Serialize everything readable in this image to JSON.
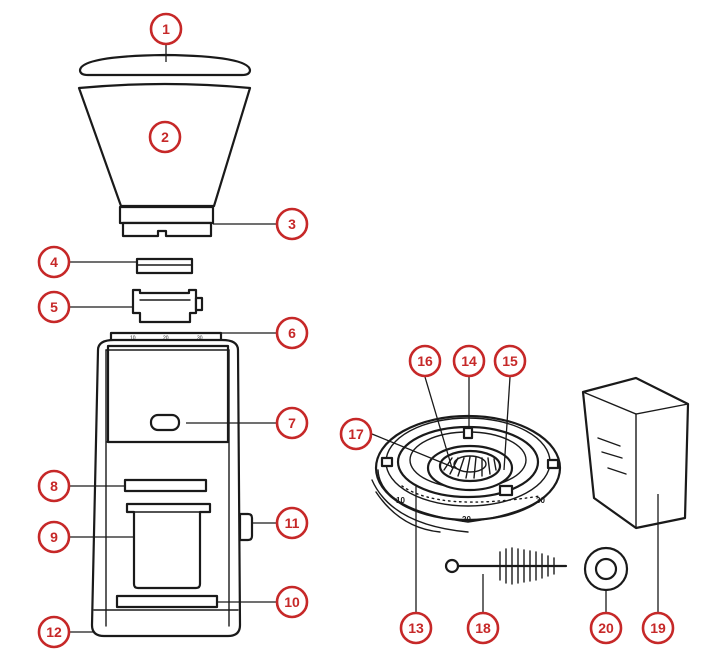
{
  "colors": {
    "callout": "#c62828",
    "line": "#1a1a1a",
    "background": "#ffffff"
  },
  "dial_labels": {
    "ten": "10",
    "twenty": "20",
    "thirty": "30"
  },
  "callouts": [
    "1",
    "2",
    "3",
    "4",
    "5",
    "6",
    "7",
    "8",
    "9",
    "10",
    "11",
    "12",
    "13",
    "14",
    "15",
    "16",
    "17",
    "18",
    "19",
    "20"
  ]
}
